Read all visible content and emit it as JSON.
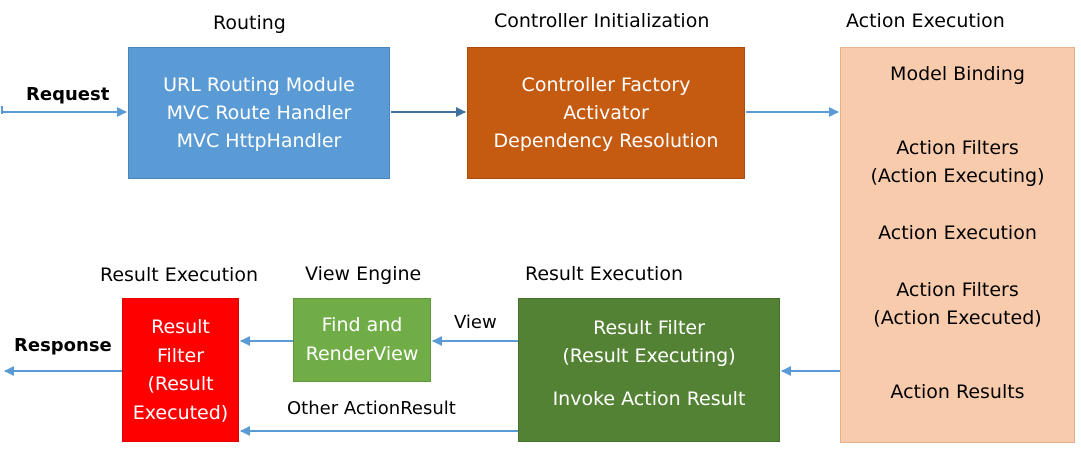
{
  "stages": {
    "routing": {
      "heading": "Routing",
      "lines": [
        "URL Routing Module",
        "MVC Route Handler",
        "MVC HttpHandler"
      ],
      "color": "#5b9bd5"
    },
    "controller": {
      "heading": "Controller Initialization",
      "lines": [
        "Controller Factory",
        "Activator",
        "Dependency Resolution"
      ],
      "color": "#c55a11"
    },
    "action": {
      "heading": "Action Execution",
      "items": [
        "Model Binding",
        "Action Filters",
        "(Action Executing)",
        "Action Execution",
        "Action Filters",
        "(Action Executed)",
        "Action Results"
      ],
      "color": "#f8cbad"
    },
    "result": {
      "heading": "Result Execution",
      "lines": [
        "Result Filter",
        "(Result Executing)",
        "Invoke Action Result"
      ],
      "color": "#548235"
    },
    "view_engine": {
      "heading": "View Engine",
      "lines": [
        "Find and",
        "RenderView"
      ],
      "color": "#70ad47"
    },
    "final_result": {
      "heading": "Result Execution",
      "lines": [
        "Result",
        "Filter",
        "(Result",
        "Executed)"
      ],
      "color": "#ff0000"
    }
  },
  "edges": {
    "request": "Request",
    "response": "Response",
    "view": "View",
    "other_action_result": "Other ActionResult"
  },
  "arrow_color": "#5b9bd5"
}
